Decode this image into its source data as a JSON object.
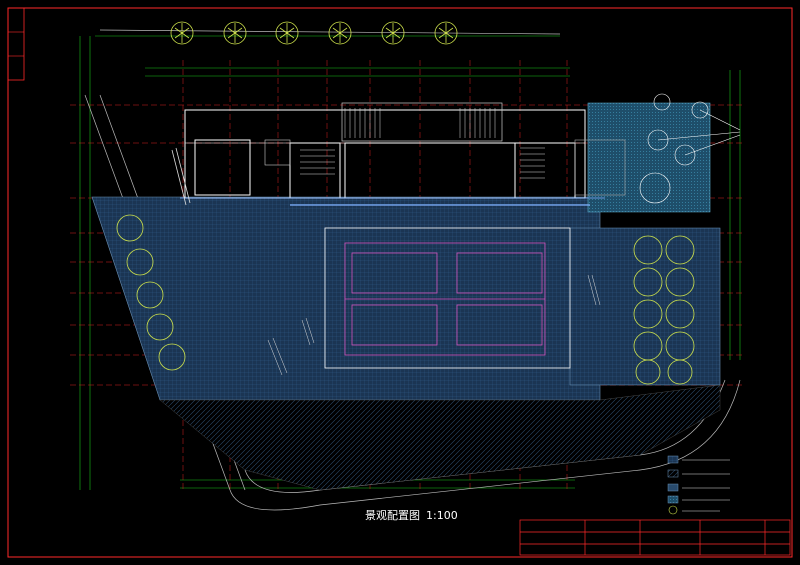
{
  "drawing": {
    "title": "景观配置图",
    "scale": "1:100"
  },
  "colors": {
    "background": "#000000",
    "border": "#ff2a2a",
    "grid_line": "#d82020",
    "dimension": "#19c419",
    "wall": "#ffffff",
    "paving_fill": "#1e3a5c",
    "tree": "#cfe34c",
    "court": "#d24fb8",
    "stair": "#dcdcdc"
  },
  "legend": {
    "items": [
      {
        "icon": "hatch-pattern-1"
      },
      {
        "icon": "hatch-pattern-2"
      },
      {
        "icon": "hatch-pattern-3"
      },
      {
        "icon": "hatch-pattern-4"
      },
      {
        "icon": "tree-symbol"
      }
    ]
  }
}
